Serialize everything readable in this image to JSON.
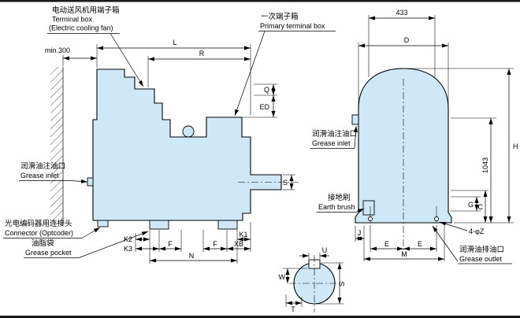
{
  "colors": {
    "motor_fill": "#cfe8f8",
    "line": "#000000",
    "background": "#ffffff"
  },
  "callouts": {
    "cooling_fan_box_cn": "电动送风机用端子箱",
    "cooling_fan_box_en": "Terminal box",
    "cooling_fan_box_en2": "(Electric cooling fan)",
    "primary_box_cn": "一次端子箱",
    "primary_box_en": "Primary terminal box",
    "grease_inlet_side_cn": "润滑油注油口",
    "grease_inlet_side_en": "Grease inlet",
    "connector_cn": "光电编码器用连接头",
    "connector_en": "Connector (Optcoder)",
    "grease_pocket_cn": "油脂袋",
    "grease_pocket_en": "Grease pocket",
    "grease_inlet_end_cn": "润滑油注油口",
    "grease_inlet_end_en": "Grease inlet",
    "earth_brush_cn": "接地刷",
    "earth_brush_en": "Earth brush",
    "grease_outlet_cn": "润滑油排油口",
    "grease_outlet_en": "Grease outlet",
    "bolt_holes": "4-φZ"
  },
  "dims": {
    "min300": "min.300",
    "L": "L",
    "R": "R",
    "Q": "Q",
    "ED": "ED",
    "S_side": "S",
    "K2": "K2",
    "K3": "K3",
    "K1": "K1",
    "XB": "XB",
    "F1": "F",
    "F2": "F",
    "N": "N",
    "w433": "433",
    "D": "D",
    "H": "H",
    "h1043": "1043",
    "G": "G",
    "C": "C",
    "J": "J",
    "E1": "E",
    "E2": "E",
    "M": "M",
    "U": "U",
    "W": "W",
    "T": "T",
    "S_section": "S"
  }
}
